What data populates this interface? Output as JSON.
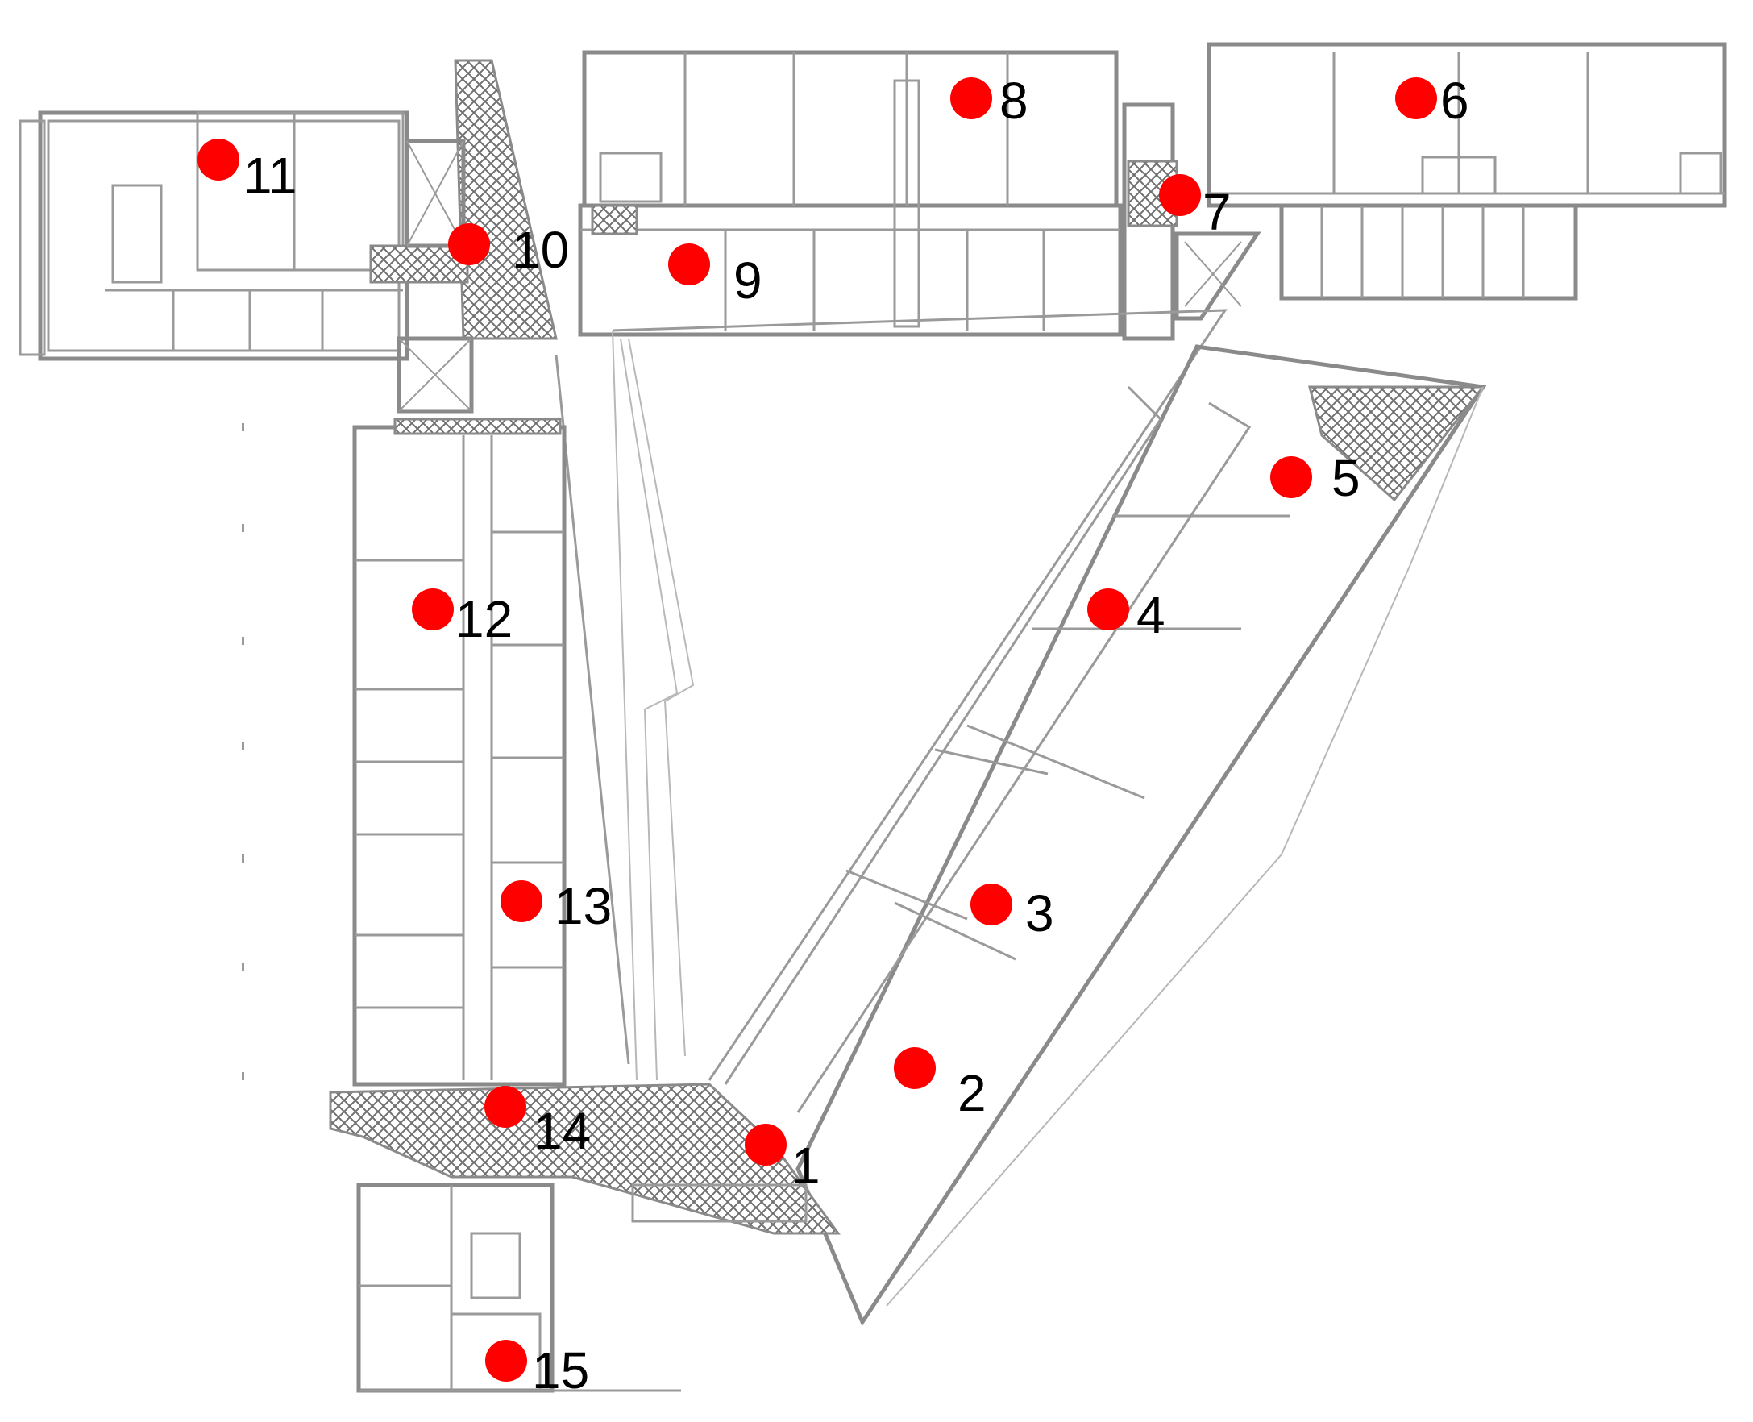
{
  "colors": {
    "marker": "#ff0000",
    "walls": "#8a8a8a",
    "background": "#ffffff"
  },
  "markers": [
    {
      "label": "1"
    },
    {
      "label": "2"
    },
    {
      "label": "3"
    },
    {
      "label": "4"
    },
    {
      "label": "5"
    },
    {
      "label": "6"
    },
    {
      "label": "7"
    },
    {
      "label": "8"
    },
    {
      "label": "9"
    },
    {
      "label": "10"
    },
    {
      "label": "11"
    },
    {
      "label": "12"
    },
    {
      "label": "13"
    },
    {
      "label": "14"
    },
    {
      "label": "15"
    }
  ]
}
